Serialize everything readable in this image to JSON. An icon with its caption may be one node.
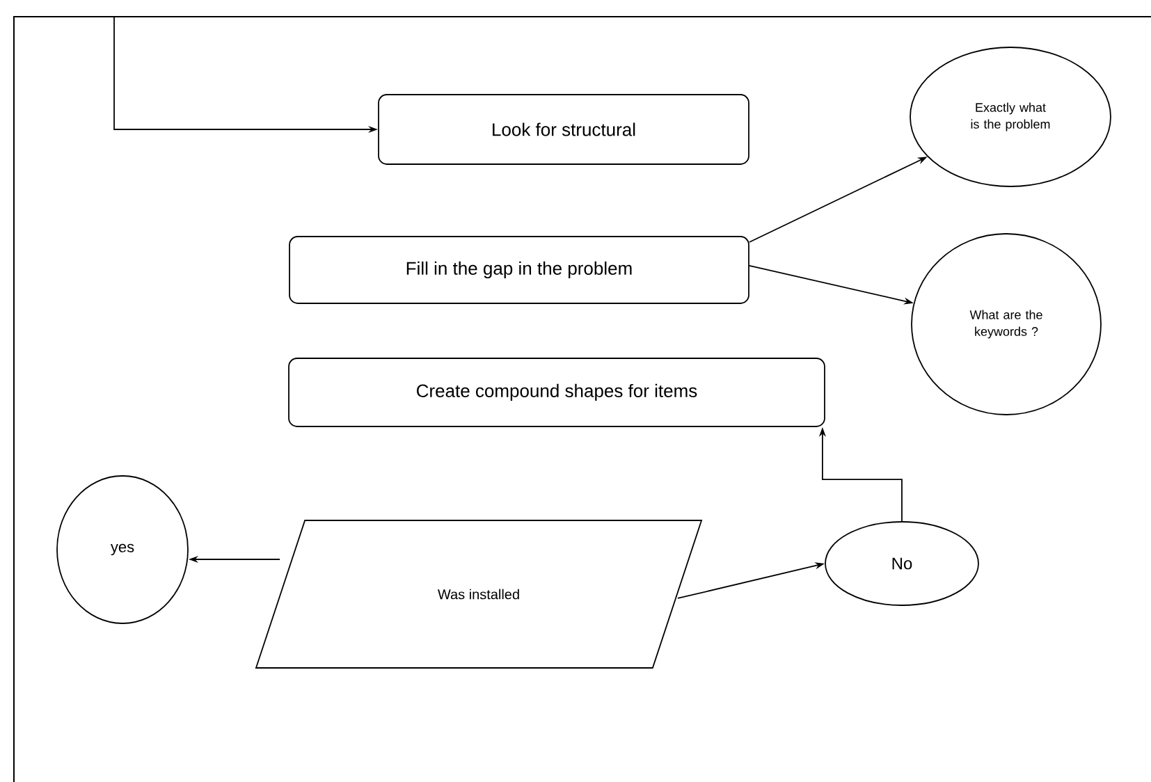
{
  "diagram": {
    "nodes": [
      {
        "text": [
          "Look for structural"
        ]
      },
      {
        "text": [
          "Exactly what is the problem"
        ]
      },
      {
        "text": [
          "Fill in the gap in the problem"
        ]
      },
      {
        "text": [
          "What are the keywords ?"
        ]
      },
      {
        "text": [
          "Create compound shapes for items"
        ]
      },
      {
        "text": [
          "yes"
        ]
      },
      {
        "text": [
          "Was installed"
        ]
      },
      {
        "text": [
          "No"
        ]
      }
    ],
    "edges": [
      {
        "from": null,
        "to": 0,
        "arrow": "to"
      },
      {
        "from": 2,
        "to": 1,
        "arrow": "to"
      },
      {
        "from": 2,
        "to": 3,
        "arrow": "to"
      },
      {
        "from": 7,
        "to": 4,
        "arrow": "to"
      },
      {
        "from": 6,
        "to": 5,
        "arrow": "to"
      },
      {
        "from": 6,
        "to": 7,
        "arrow": "to"
      }
    ]
  }
}
